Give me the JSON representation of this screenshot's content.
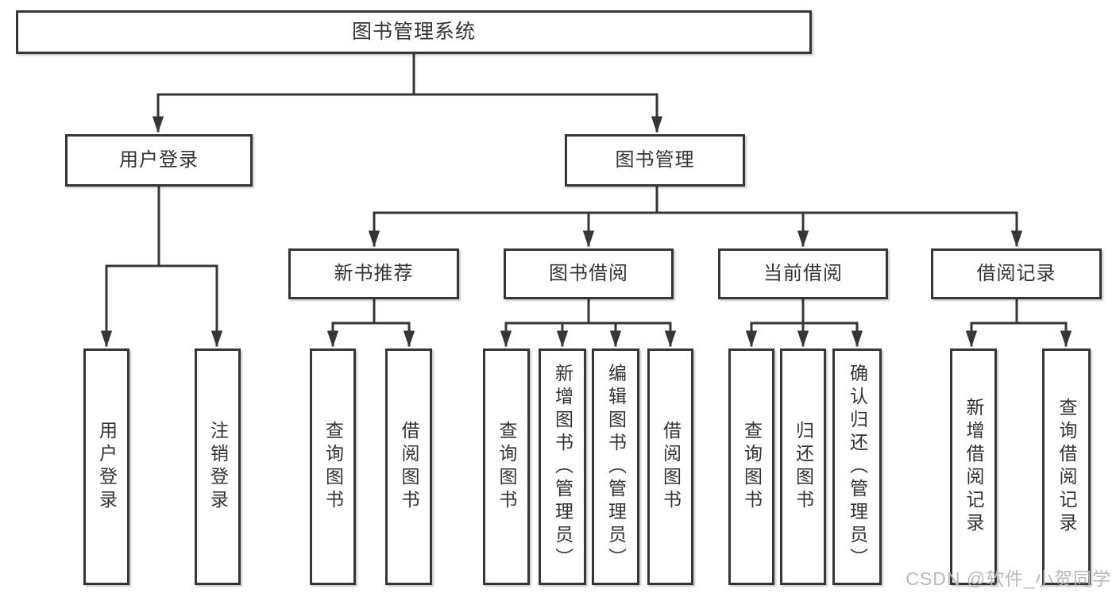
{
  "watermark": "CSDN @软件_小贺同学",
  "colors": {
    "line": "#363636",
    "box_border": "#363636",
    "box_fill": "#ffffff",
    "text": "#333333",
    "watermark": "#b9b9b9",
    "background": "#ffffff"
  },
  "tree": {
    "root": {
      "label": "图书管理系统"
    },
    "branches": [
      {
        "label": "用户登录",
        "children": [
          {
            "label": "用户登录"
          },
          {
            "label": "注销登录"
          }
        ]
      },
      {
        "label": "图书管理",
        "children": [
          {
            "label": "新书推荐",
            "children": [
              {
                "label": "查询图书"
              },
              {
                "label": "借阅图书"
              }
            ]
          },
          {
            "label": "图书借阅",
            "children": [
              {
                "label": "查询图书"
              },
              {
                "label": "新增图书（管理员）"
              },
              {
                "label": "编辑图书（管理员）"
              },
              {
                "label": "借阅图书"
              }
            ]
          },
          {
            "label": "当前借阅",
            "children": [
              {
                "label": "查询图书"
              },
              {
                "label": "归还图书"
              },
              {
                "label": "确认归还（管理员）"
              }
            ]
          },
          {
            "label": "借阅记录",
            "children": [
              {
                "label": "新增借阅记录"
              },
              {
                "label": "查询借阅记录"
              }
            ]
          }
        ]
      }
    ]
  }
}
